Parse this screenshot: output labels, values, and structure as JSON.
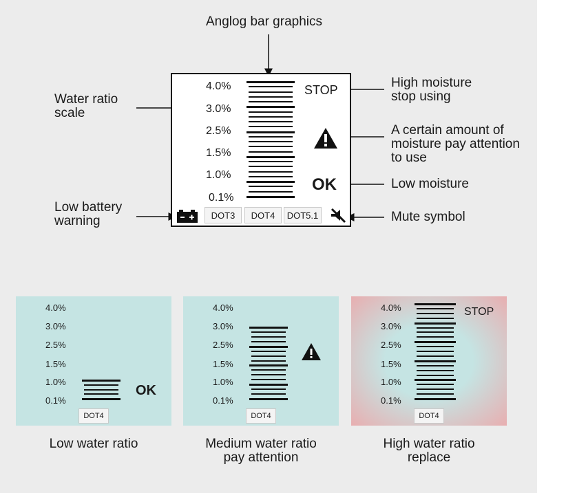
{
  "annotations": {
    "analog_bar": "Anglog bar graphics",
    "water_ratio_scale": [
      "Water ratio",
      "scale"
    ],
    "low_battery": [
      "Low battery",
      "warning"
    ],
    "high_moisture": [
      "High moisture",
      "stop using"
    ],
    "certain_amount": [
      "A certain amount of",
      "moisture pay attention",
      "to use"
    ],
    "low_moisture": "Low moisture",
    "mute_symbol": "Mute symbol"
  },
  "screen": {
    "scale": [
      "4.0%",
      "3.0%",
      "2.5%",
      "1.5%",
      "1.0%",
      "0.1%"
    ],
    "stop_text": "STOP",
    "ok_text": "OK",
    "dot_buttons": [
      "DOT3",
      "DOT4",
      "DOT5.1"
    ],
    "icons": {
      "battery": "battery-icon",
      "warning": "warning-triangle-icon",
      "mute": "mute-icon"
    }
  },
  "panels": [
    {
      "scale": [
        "4.0%",
        "3.0%",
        "2.5%",
        "1.5%",
        "1.0%",
        "0.1%"
      ],
      "status": "OK",
      "dot": "DOT4",
      "level": "0.1%–1.0%",
      "background": "#c5e4e3",
      "caption": [
        "Low water ratio"
      ]
    },
    {
      "scale": [
        "4.0%",
        "3.0%",
        "2.5%",
        "1.5%",
        "1.0%",
        "0.1%"
      ],
      "status": "!",
      "dot": "DOT4",
      "level": "0.1%–3.0%",
      "background": "#c5e4e3",
      "caption": [
        "Medium water ratio",
        "pay attention"
      ]
    },
    {
      "scale": [
        "4.0%",
        "3.0%",
        "2.5%",
        "1.5%",
        "1.0%",
        "0.1%"
      ],
      "status": "STOP",
      "dot": "DOT4",
      "level": "0.1%–4.0%",
      "background": "#c5e4e3",
      "edge_color": "#e8aeb0",
      "caption": [
        "High water ratio",
        "replace"
      ]
    }
  ]
}
